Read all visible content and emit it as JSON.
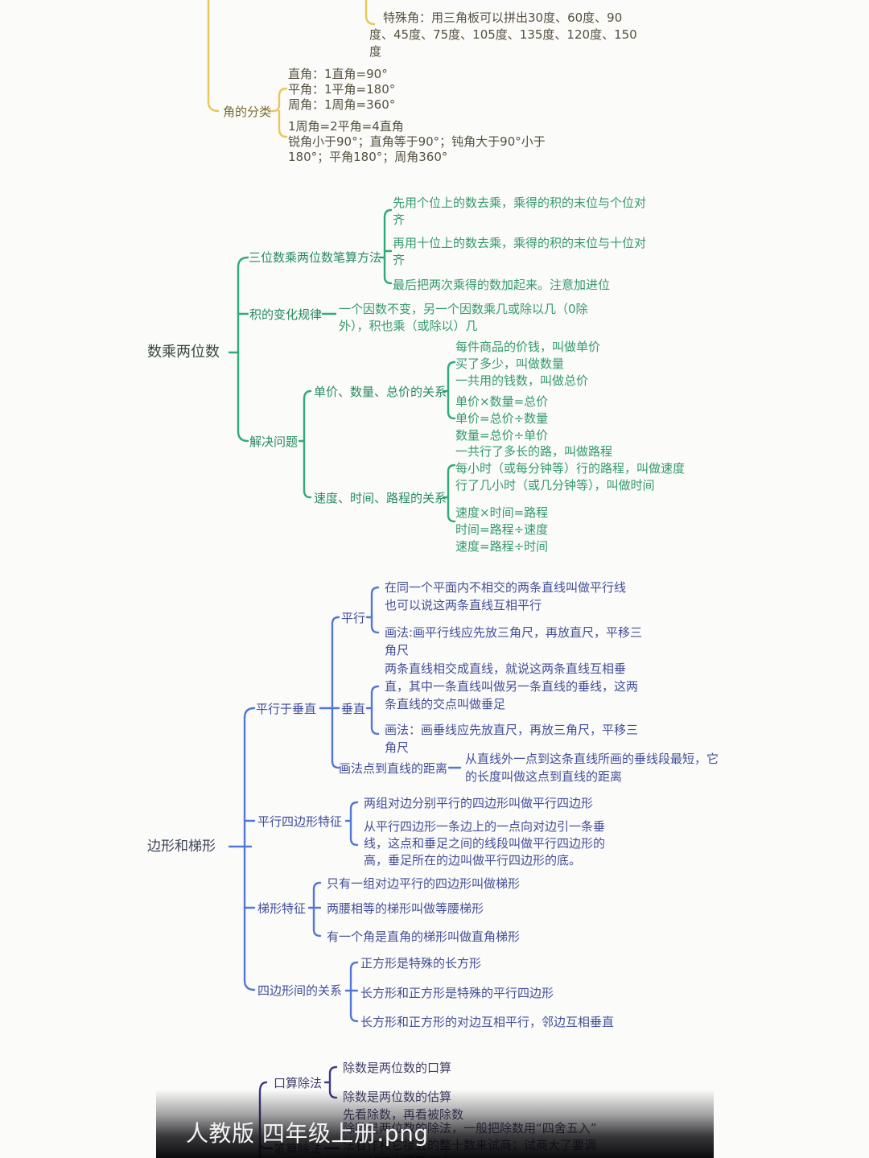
{
  "colors": {
    "yellow": "#e7c758",
    "green": "#2faa79",
    "blue": "#5377d4",
    "navy": "#3d3c82"
  },
  "overlay": {
    "filename": "人教版 四年级上册.png"
  },
  "mindmap": {
    "angles": {
      "special": "特殊角：用三角板可以拼出30度、60度、90\n度、45度、75度、105度、135度、120度、150\n度",
      "classification_label": "角的分类",
      "types": "直角：1直角=90°\n平角：1平角=180°\n周角：1周角=360°",
      "relations": "1周角=2平角=4直角\n锐角小于90°；直角等于90°；钝角大于90°小于\n180°；平角180°；周角360°"
    },
    "multiplication": {
      "root": "数乘两位数",
      "written_method_label": "三位数乘两位数笔算方法",
      "wm1": "先用个位上的数去乘，乘得的积的末位与个位对\n齐",
      "wm2": "再用十位上的数去乘，乘得的积的末位与十位对\n齐",
      "wm3": "最后把两次乘得的数加起来。注意加进位",
      "product_rule_label": "积的变化规律",
      "product_rule_text": "一个因数不变，另一个因数乘几或除以几（0除\n外），积也乘（或除以）几",
      "solving_label": "解决问题",
      "price_label": "单价、数量、总价的关系",
      "price_defs": "每件商品的价钱，叫做单价\n买了多少，叫做数量\n一共用的钱数，叫做总价",
      "price_formulas": "单价×数量=总价\n单价=总价÷数量\n数量=总价÷单价",
      "speed_label": "速度、时间、路程的关系",
      "speed_defs": "一共行了多长的路，叫做路程\n每小时（或每分钟等）行的路程，叫做速度\n行了几小时（或几分钟等），叫做时间",
      "speed_formulas": "速度×时间=路程\n时间=路程÷速度\n速度=路程÷时间"
    },
    "quadrilaterals": {
      "root": "边形和梯形",
      "pv_label": "平行于垂直",
      "parallel_label": "平行",
      "parallel_def": "在同一个平面内不相交的两条直线叫做平行线\n也可以说这两条直线互相平行",
      "parallel_draw": "画法:画平行线应先放三角尺，再放直尺，平移三\n角尺",
      "perp_label": "垂直",
      "perp_def": "两条直线相交成直线，就说这两条直线互相垂\n直，其中一条直线叫做另一条直线的垂线，这两\n条直线的交点叫做垂足",
      "perp_draw": "画法：画垂线应先放直尺，再放三角尺，平移三\n角尺",
      "distance_label": "画法点到直线的距离",
      "distance_text": "从直线外一点到这条直线所画的垂线段最短，它\n的长度叫做这点到直线的距离",
      "pgram_label": "平行四边形特征",
      "pgram1": "两组对边分别平行的四边形叫做平行四边形",
      "pgram2": "从平行四边形一条边上的一点向对边引一条垂\n线，这点和垂足之间的线段叫做平行四边形的\n高，垂足所在的边叫做平行四边形的底。",
      "trap_label": "梯形特征",
      "trap1": "只有一组对边平行的四边形叫做梯形",
      "trap2": "两腰相等的梯形叫做等腰梯形",
      "trap3": "有一个角是直角的梯形叫做直角梯形",
      "rel_label": "四边形间的关系",
      "rel1": "正方形是特殊的长方形",
      "rel2": "长方形和正方形是特殊的平行四边形",
      "rel3": "长方形和正方形的对边互相平行，邻边互相垂直"
    },
    "division": {
      "oral_label": "口算除法",
      "oral1": "除数是两位数的口算",
      "oral2": "除数是两位数的估算\n先看除数，再看被除数",
      "written_label": "笔算除法",
      "written_text": "除数是两位数的除法，一般把除数用“四舍五入”\n法看作和它接近的整十数来试商；试商大了要调\n小，试商小了要调大"
    }
  }
}
